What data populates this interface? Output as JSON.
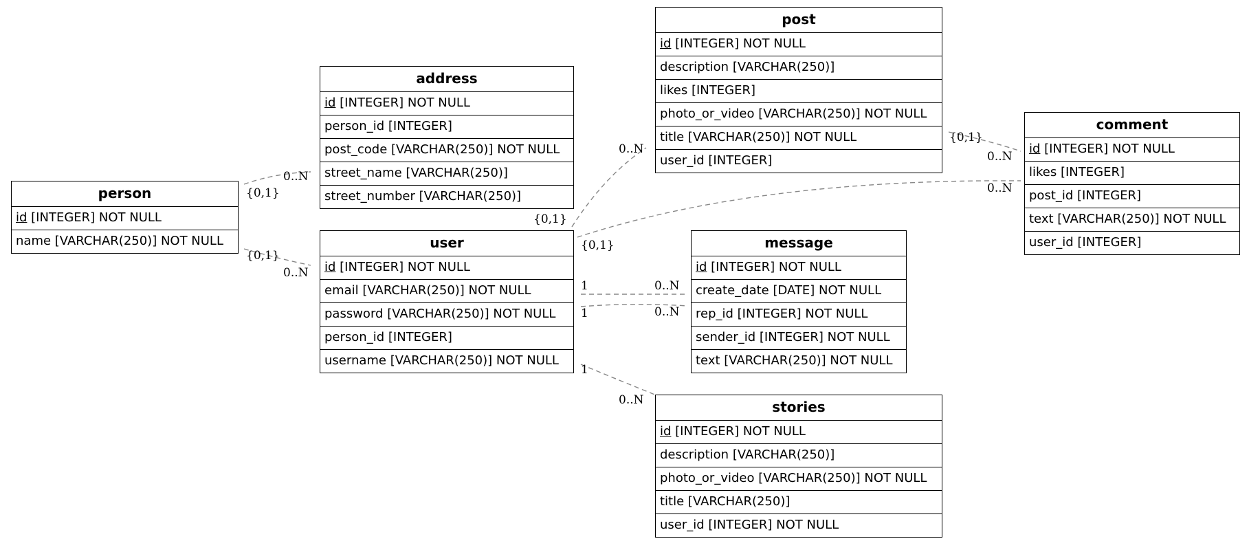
{
  "entities": {
    "person": {
      "title": "person",
      "rows": [
        {
          "name": "id",
          "rest": " [INTEGER] NOT NULL",
          "pk": true
        },
        {
          "name": "name",
          "rest": " [VARCHAR(250)] NOT NULL",
          "pk": false
        }
      ]
    },
    "address": {
      "title": "address",
      "rows": [
        {
          "name": "id",
          "rest": " [INTEGER] NOT NULL",
          "pk": true
        },
        {
          "name": "person_id",
          "rest": " [INTEGER]",
          "pk": false
        },
        {
          "name": "post_code",
          "rest": " [VARCHAR(250)] NOT NULL",
          "pk": false
        },
        {
          "name": "street_name",
          "rest": " [VARCHAR(250)]",
          "pk": false
        },
        {
          "name": "street_number",
          "rest": " [VARCHAR(250)]",
          "pk": false
        }
      ]
    },
    "user": {
      "title": "user",
      "rows": [
        {
          "name": "id",
          "rest": " [INTEGER] NOT NULL",
          "pk": true
        },
        {
          "name": "email",
          "rest": " [VARCHAR(250)] NOT NULL",
          "pk": false
        },
        {
          "name": "password",
          "rest": " [VARCHAR(250)] NOT NULL",
          "pk": false
        },
        {
          "name": "person_id",
          "rest": " [INTEGER]",
          "pk": false
        },
        {
          "name": "username",
          "rest": " [VARCHAR(250)] NOT NULL",
          "pk": false
        }
      ]
    },
    "post": {
      "title": "post",
      "rows": [
        {
          "name": "id",
          "rest": " [INTEGER] NOT NULL",
          "pk": true
        },
        {
          "name": "description",
          "rest": " [VARCHAR(250)]",
          "pk": false
        },
        {
          "name": "likes",
          "rest": " [INTEGER]",
          "pk": false
        },
        {
          "name": "photo_or_video",
          "rest": " [VARCHAR(250)] NOT NULL",
          "pk": false
        },
        {
          "name": "title",
          "rest": " [VARCHAR(250)] NOT NULL",
          "pk": false
        },
        {
          "name": "user_id",
          "rest": " [INTEGER]",
          "pk": false
        }
      ]
    },
    "message": {
      "title": "message",
      "rows": [
        {
          "name": "id",
          "rest": " [INTEGER] NOT NULL",
          "pk": true
        },
        {
          "name": "create_date",
          "rest": " [DATE] NOT NULL",
          "pk": false
        },
        {
          "name": "rep_id",
          "rest": " [INTEGER] NOT NULL",
          "pk": false
        },
        {
          "name": "sender_id",
          "rest": " [INTEGER] NOT NULL",
          "pk": false
        },
        {
          "name": "text",
          "rest": " [VARCHAR(250)] NOT NULL",
          "pk": false
        }
      ]
    },
    "stories": {
      "title": "stories",
      "rows": [
        {
          "name": "id",
          "rest": " [INTEGER] NOT NULL",
          "pk": true
        },
        {
          "name": "description",
          "rest": " [VARCHAR(250)]",
          "pk": false
        },
        {
          "name": "photo_or_video",
          "rest": " [VARCHAR(250)] NOT NULL",
          "pk": false
        },
        {
          "name": "title",
          "rest": " [VARCHAR(250)]",
          "pk": false
        },
        {
          "name": "user_id",
          "rest": " [INTEGER] NOT NULL",
          "pk": false
        }
      ]
    },
    "comment": {
      "title": "comment",
      "rows": [
        {
          "name": "id",
          "rest": " [INTEGER] NOT NULL",
          "pk": true
        },
        {
          "name": "likes",
          "rest": " [INTEGER]",
          "pk": false
        },
        {
          "name": "post_id",
          "rest": " [INTEGER]",
          "pk": false
        },
        {
          "name": "text",
          "rest": " [VARCHAR(250)] NOT NULL",
          "pk": false
        },
        {
          "name": "user_id",
          "rest": " [INTEGER]",
          "pk": false
        }
      ]
    }
  },
  "relationships": [
    {
      "from": "person",
      "to": "address",
      "from_card": "{0,1}",
      "to_card": "0..N"
    },
    {
      "from": "person",
      "to": "user",
      "from_card": "{0,1}",
      "to_card": "0..N"
    },
    {
      "from": "user",
      "to": "post",
      "from_card": "{0,1}",
      "to_card": "0..N"
    },
    {
      "from": "user",
      "to": "comment",
      "from_card": "{0,1}",
      "to_card": "0..N"
    },
    {
      "from": "post",
      "to": "comment",
      "from_card": "{0,1}",
      "to_card": "0..N"
    },
    {
      "from": "user",
      "to": "message",
      "from_card": "1",
      "to_card": "0..N"
    },
    {
      "from": "user",
      "to": "message",
      "from_card": "1",
      "to_card": "0..N"
    },
    {
      "from": "user",
      "to": "stories",
      "from_card": "1",
      "to_card": "0..N"
    }
  ],
  "colors": {
    "border": "#000000",
    "edge": "#888888",
    "background": "#ffffff"
  }
}
